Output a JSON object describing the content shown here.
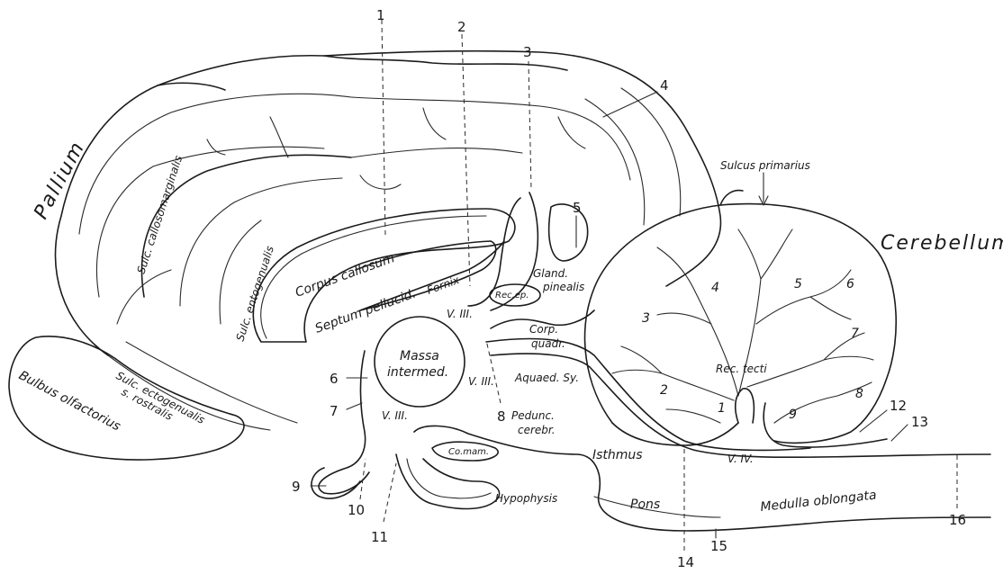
{
  "labels": {
    "pallium": "Pallium",
    "cerebellum": "Cerebellum",
    "sulcus_primarius": "Sulcus primarius",
    "sulc_callosomarginalis": "Sulc. callosomarginalis",
    "sulc_entogenualis": "Sulc. entogenualis",
    "corpus_callosum": "Corpus callosum",
    "septum_pellucid": "Septum pellucid.",
    "fornix": "Fornix",
    "gland_pinealis_1": "Gland.",
    "gland_pinealis_2": "pinealis",
    "rec_ep": "Rec.ep.",
    "v3_a": "V. III.",
    "v3_b": "V. III.",
    "v3_c": "V. III.",
    "massa_1": "Massa",
    "massa_2": "intermed.",
    "corp_quadr_1": "Corp.",
    "corp_quadr_2": "quadr.",
    "aquaed_sy": "Aquaed. Sy.",
    "rec_tecti": "Rec. tecti",
    "pedunc_1": "Pedunc.",
    "pedunc_2": "cerebr.",
    "isthmus": "Isthmus",
    "v4": "V. IV.",
    "pons": "Pons",
    "medulla": "Medulla oblongata",
    "co_mam": "Co.mam.",
    "hypophysis": "Hypophysis",
    "bulbus": "Bulbus olfactorius",
    "sulc_ecto_1": "Sulc. ectogenualis",
    "sulc_ecto_2": "s. rostralis"
  },
  "lobules": [
    "2",
    "3",
    "4",
    "5",
    "6",
    "7",
    "8",
    "9",
    "1"
  ],
  "numbers": [
    "1",
    "2",
    "3",
    "4",
    "5",
    "6",
    "7",
    "8",
    "9",
    "10",
    "11",
    "12",
    "13",
    "14",
    "15",
    "16"
  ]
}
